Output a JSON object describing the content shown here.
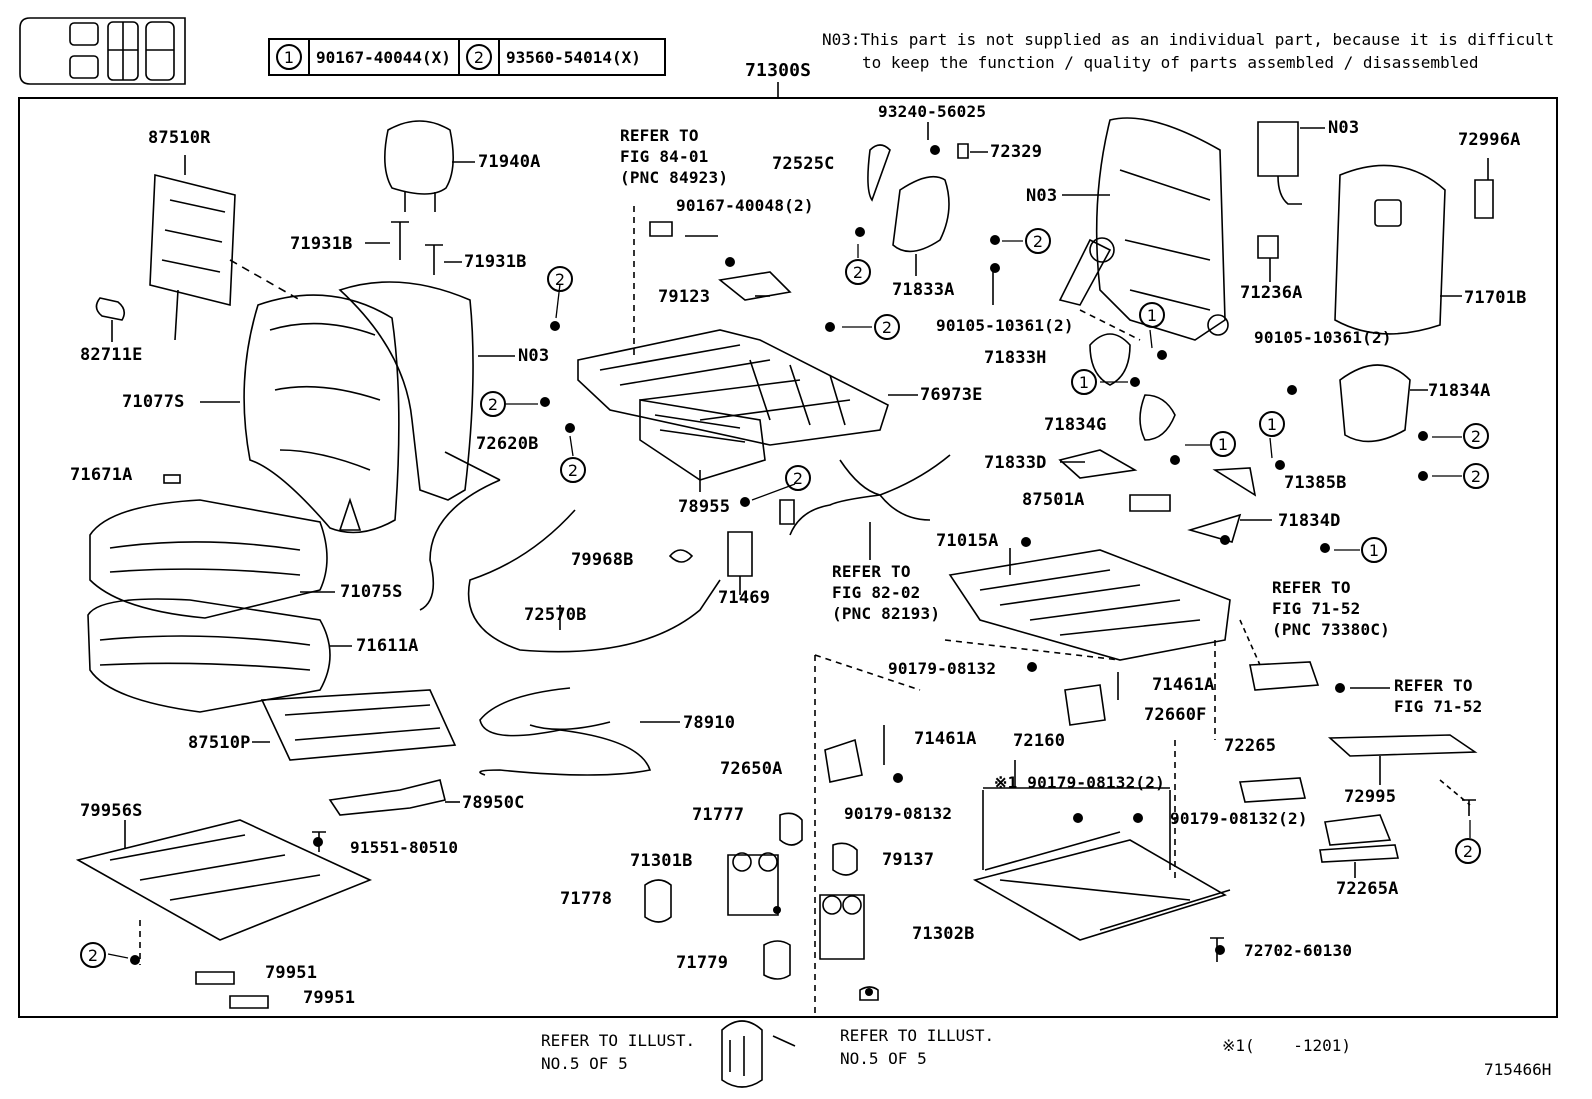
{
  "note_n03": {
    "line1": "N03:This part is not supplied as an individual part, because it is difficult",
    "line2": "to keep the function / quality of parts assembled / disassembled"
  },
  "legend": [
    {
      "num": "1",
      "code": "90167-40044(X)"
    },
    {
      "num": "2",
      "code": "93560-54014(X)"
    }
  ],
  "assembly_label": "71300S",
  "labels": {
    "p87510R": "87510R",
    "p71940A": "71940A",
    "p71931B_l": "71931B",
    "p71931B_r": "71931B",
    "p82711E": "82711E",
    "pN03_seat": "N03",
    "p71077S": "71077S",
    "p72620B": "72620B",
    "p71671A": "71671A",
    "p71075S": "71075S",
    "p72570B": "72570B",
    "p71611A": "71611A",
    "p87510P": "87510P",
    "p78910": "78910",
    "p79956S": "79956S",
    "p78950C": "78950C",
    "p91551": "91551-80510",
    "p79951a": "79951",
    "p79951b": "79951",
    "refer_84": "REFER TO\nFIG 84-01\n(PNC 84923)",
    "p90167_48": "90167-40048(2)",
    "p79123": "79123",
    "p76973E": "76973E",
    "p78955": "78955",
    "p79968B": "79968B",
    "p71469": "71469",
    "refer_82": "REFER TO\nFIG 82-02\n(PNC 82193)",
    "p93240": "93240-56025",
    "p72525C": "72525C",
    "p72329": "72329",
    "p71833A": "71833A",
    "p90105_l": "90105-10361(2)",
    "pN03_frame": "N03",
    "pN03_top": "N03",
    "p72996A": "72996A",
    "p71236A": "71236A",
    "p71701B": "71701B",
    "p90105_r": "90105-10361(2)",
    "p71833H": "71833H",
    "p71834A": "71834A",
    "p71834G": "71834G",
    "p71833D": "71833D",
    "p71385B": "71385B",
    "p87501A": "87501A",
    "p71834D": "71834D",
    "p71015A": "71015A",
    "refer_71_52a": "REFER TO\nFIG 71-52\n(PNC 73380C)",
    "p90179_a": "90179-08132",
    "p71461A_a": "71461A",
    "p72660F": "72660F",
    "refer_71_52b": "REFER TO\nFIG 71-52",
    "p72160": "72160",
    "p71461A_b": "71461A",
    "p72650A": "72650A",
    "p90179_b": "※1 90179-08132(2)",
    "p72265": "72265",
    "p72995": "72995",
    "p90179_c": "90179-08132",
    "p90179_d": "90179-08132(2)",
    "p71777": "71777",
    "p79137": "79137",
    "p72265A": "72265A",
    "p71301B": "71301B",
    "p71778": "71778",
    "p71302B": "71302B",
    "p72702": "72702-60130",
    "p71779": "71779"
  },
  "bottom": {
    "refer_left": "REFER TO ILLUST.\nNO.5 OF 5",
    "refer_right": "REFER TO ILLUST.\nNO.5 OF 5",
    "footnote": "※1(    -1201)",
    "figure_code": "715466H"
  },
  "callouts": [
    "1",
    "2"
  ]
}
